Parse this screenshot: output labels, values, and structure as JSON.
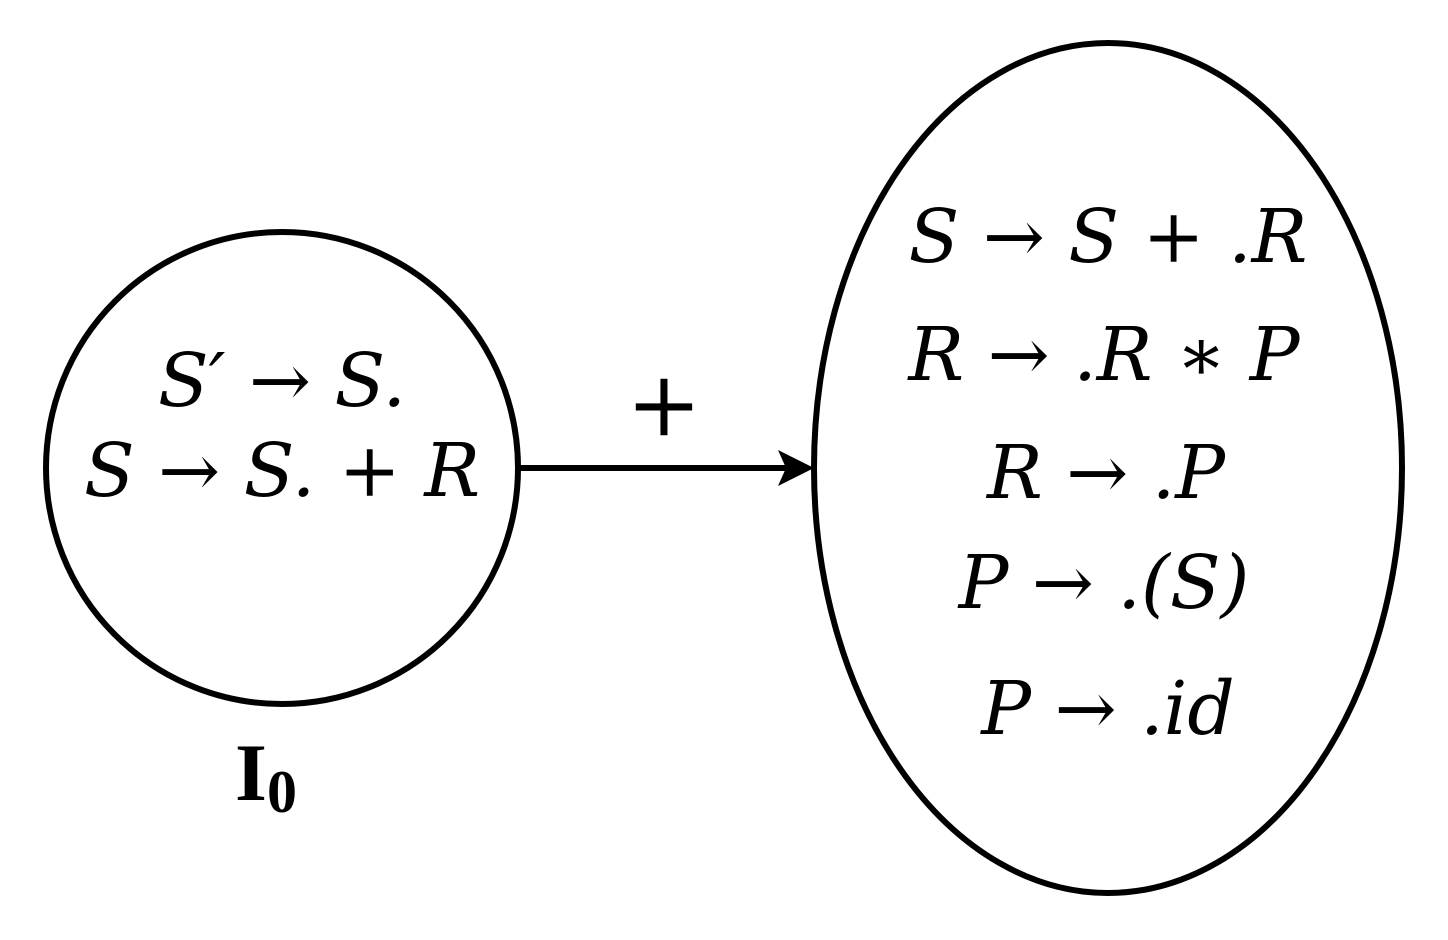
{
  "states": [
    {
      "id": "I0",
      "label": "I",
      "label_subscript": "0",
      "items": [
        "S′ → S.",
        "S → S. + R"
      ]
    },
    {
      "id": "goto",
      "label": "",
      "items": [
        "S → S + .R",
        "R → .R ∗ P",
        "R → .P",
        "P → .(S)",
        "P → .id"
      ]
    }
  ],
  "transition": {
    "from": "I0",
    "to": "goto",
    "symbol": "+"
  },
  "colors": {
    "stroke": "#000000",
    "background": "#ffffff"
  }
}
